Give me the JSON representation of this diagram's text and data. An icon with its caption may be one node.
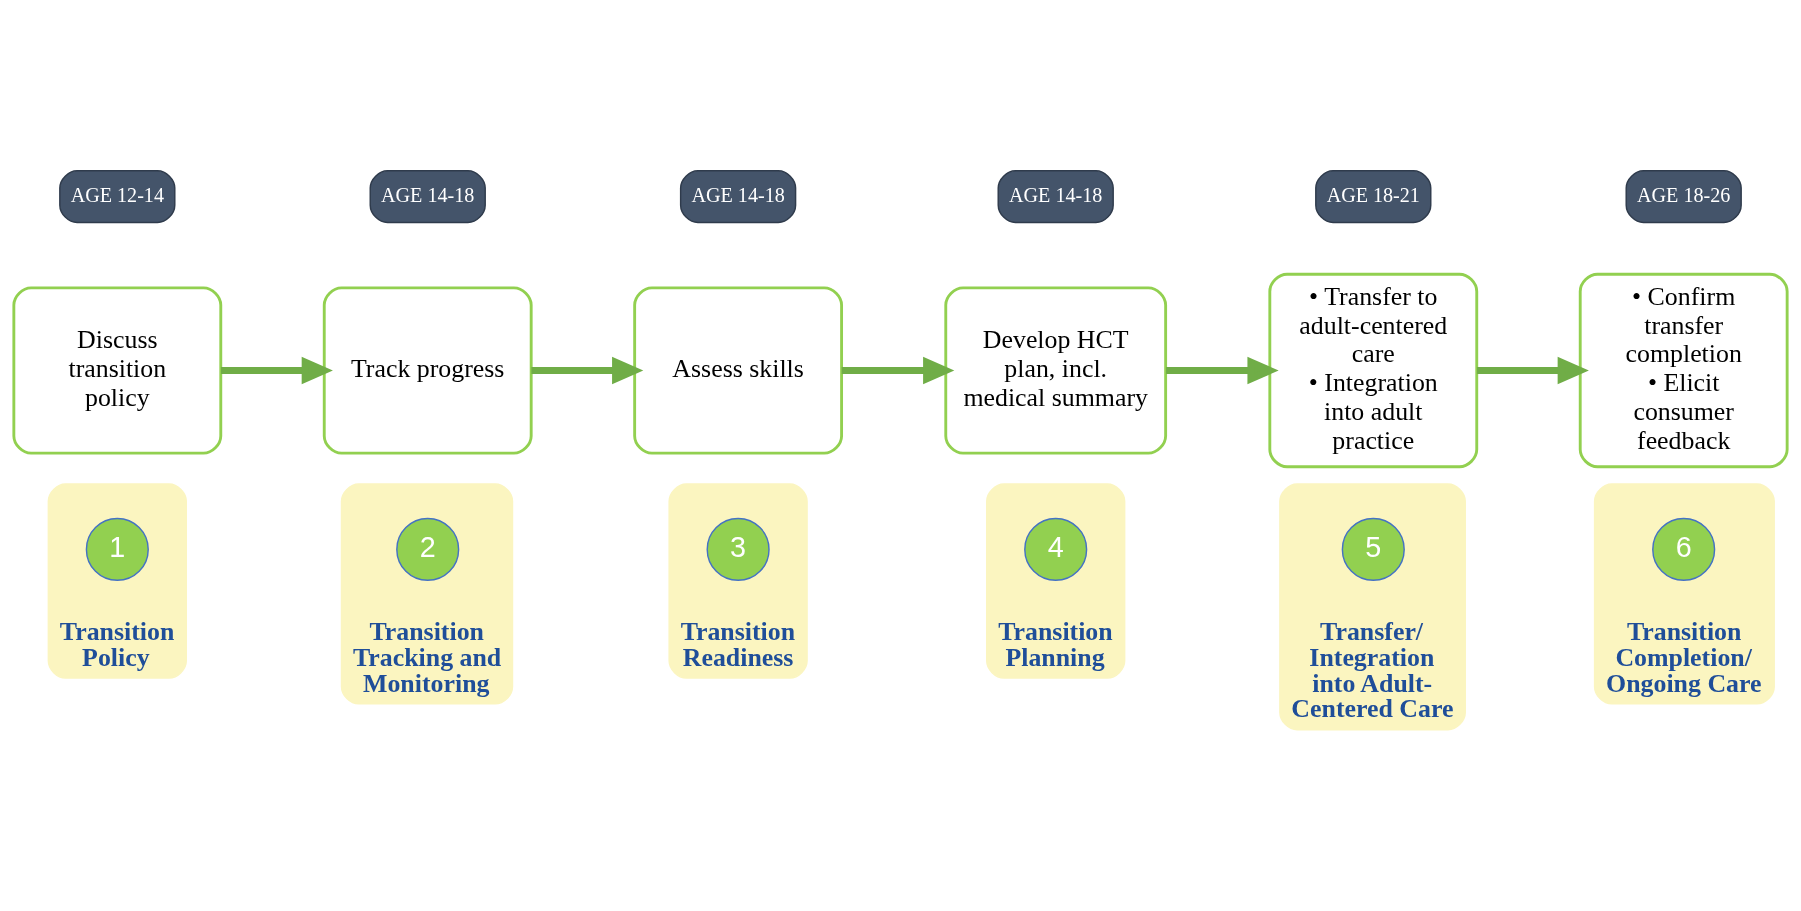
{
  "diagram": {
    "nodes": [
      {
        "text": [
          "Discuss transition policy"
        ]
      },
      {
        "text": [
          "Track progress"
        ]
      },
      {
        "text": [
          "Assess skills"
        ]
      },
      {
        "text": [
          "Develop HCT plan, incl. medical summary"
        ]
      },
      {
        "text": [
          "• Transfer to adult-centered care",
          "• Integration into adult practice"
        ]
      },
      {
        "text": [
          "• Confirm transfer completion",
          "• Elicit consumer feedback"
        ]
      },
      {
        "text": [
          "AGE 12-14"
        ]
      },
      {
        "text": [
          "AGE 14-18"
        ]
      },
      {
        "text": [
          "AGE 14-18"
        ]
      },
      {
        "text": [
          "AGE 14-18"
        ]
      },
      {
        "text": [
          "AGE 18-21"
        ]
      },
      {
        "text": [
          "AGE 18-26"
        ]
      },
      {
        "text": [
          "Transition Policy"
        ]
      },
      {
        "text": [
          "Transition Tracking and Monitoring"
        ]
      },
      {
        "text": [
          "Transition Readiness"
        ]
      },
      {
        "text": [
          "Transition Planning"
        ]
      },
      {
        "text": [
          "Transfer/ Integration into Adult-Centered Care"
        ]
      },
      {
        "text": [
          "Transition Completion/ Ongoing Care"
        ]
      },
      {
        "text": [
          "1"
        ],
        "in": 12
      },
      {
        "text": [
          "2"
        ],
        "in": 13
      },
      {
        "text": [
          "3"
        ],
        "in": 14
      },
      {
        "text": [
          "4"
        ],
        "in": 15
      },
      {
        "text": [
          "5"
        ],
        "in": 16
      },
      {
        "text": [
          "6"
        ],
        "in": 17
      }
    ],
    "edges": [
      {
        "from": 0,
        "to": 1,
        "arrow": "to"
      },
      {
        "from": 1,
        "to": 2,
        "arrow": "to"
      },
      {
        "from": 2,
        "to": 3,
        "arrow": "to"
      },
      {
        "from": 3,
        "to": 4,
        "arrow": "to"
      },
      {
        "from": 4,
        "to": 5,
        "arrow": "to"
      }
    ]
  }
}
